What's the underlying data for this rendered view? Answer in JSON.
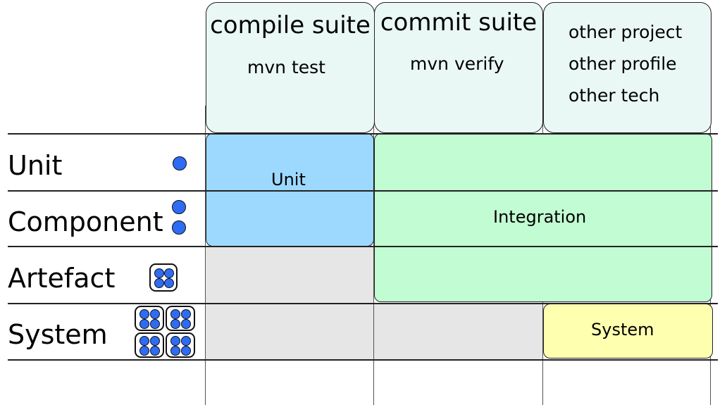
{
  "columns": [
    {
      "title": "compile suite",
      "subtitle_lines": [
        "mvn test"
      ]
    },
    {
      "title": "commit suite",
      "subtitle_lines": [
        "mvn verify"
      ]
    },
    {
      "title": "",
      "subtitle_lines": [
        "other project",
        "other profile",
        "other tech"
      ]
    }
  ],
  "rows": [
    {
      "label": "Unit",
      "icon": "single-dot-icon"
    },
    {
      "label": "Component",
      "icon": "two-dots-icon"
    },
    {
      "label": "Artefact",
      "icon": "four-dot-square-icon"
    },
    {
      "label": "System",
      "icon": "four-squares-icon"
    }
  ],
  "blocks": {
    "unit": {
      "label": "Unit",
      "color": "#9dd9ff"
    },
    "integration": {
      "label": "Integration",
      "color": "#c2fcd2"
    },
    "system": {
      "label": "System",
      "color": "#ffffb0"
    }
  },
  "colors": {
    "header_fill": "#eaf8f5",
    "gray_cell": "#e6e6e6",
    "dot_fill": "#2f6cf5"
  }
}
